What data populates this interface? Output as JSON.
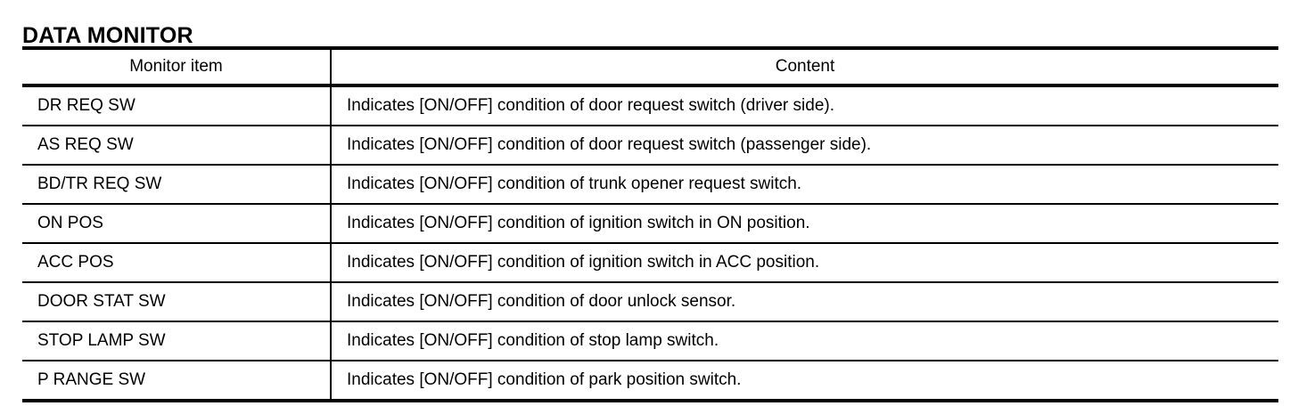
{
  "document": {
    "title": "DATA MONITOR"
  },
  "table": {
    "columns": [
      {
        "key": "monitor_item",
        "label": "Monitor item"
      },
      {
        "key": "content",
        "label": "Content"
      }
    ],
    "rows": [
      {
        "monitor_item": "DR REQ SW",
        "content": "Indicates [ON/OFF] condition of door request switch (driver side)."
      },
      {
        "monitor_item": "AS REQ SW",
        "content": "Indicates [ON/OFF] condition of door request switch (passenger side)."
      },
      {
        "monitor_item": "BD/TR REQ SW",
        "content": "Indicates [ON/OFF] condition of trunk opener request switch."
      },
      {
        "monitor_item": "ON POS",
        "content": "Indicates [ON/OFF] condition of ignition switch in ON position."
      },
      {
        "monitor_item": "ACC POS",
        "content": "Indicates [ON/OFF] condition of ignition switch in ACC position."
      },
      {
        "monitor_item": "DOOR STAT SW",
        "content": "Indicates [ON/OFF] condition of door unlock sensor."
      },
      {
        "monitor_item": "STOP LAMP SW",
        "content": "Indicates [ON/OFF] condition of stop lamp switch."
      },
      {
        "monitor_item": "P RANGE SW",
        "content": "Indicates [ON/OFF] condition of park position switch."
      }
    ]
  },
  "colors": {
    "text": "#000000",
    "background": "#ffffff",
    "rule": "#000000"
  }
}
